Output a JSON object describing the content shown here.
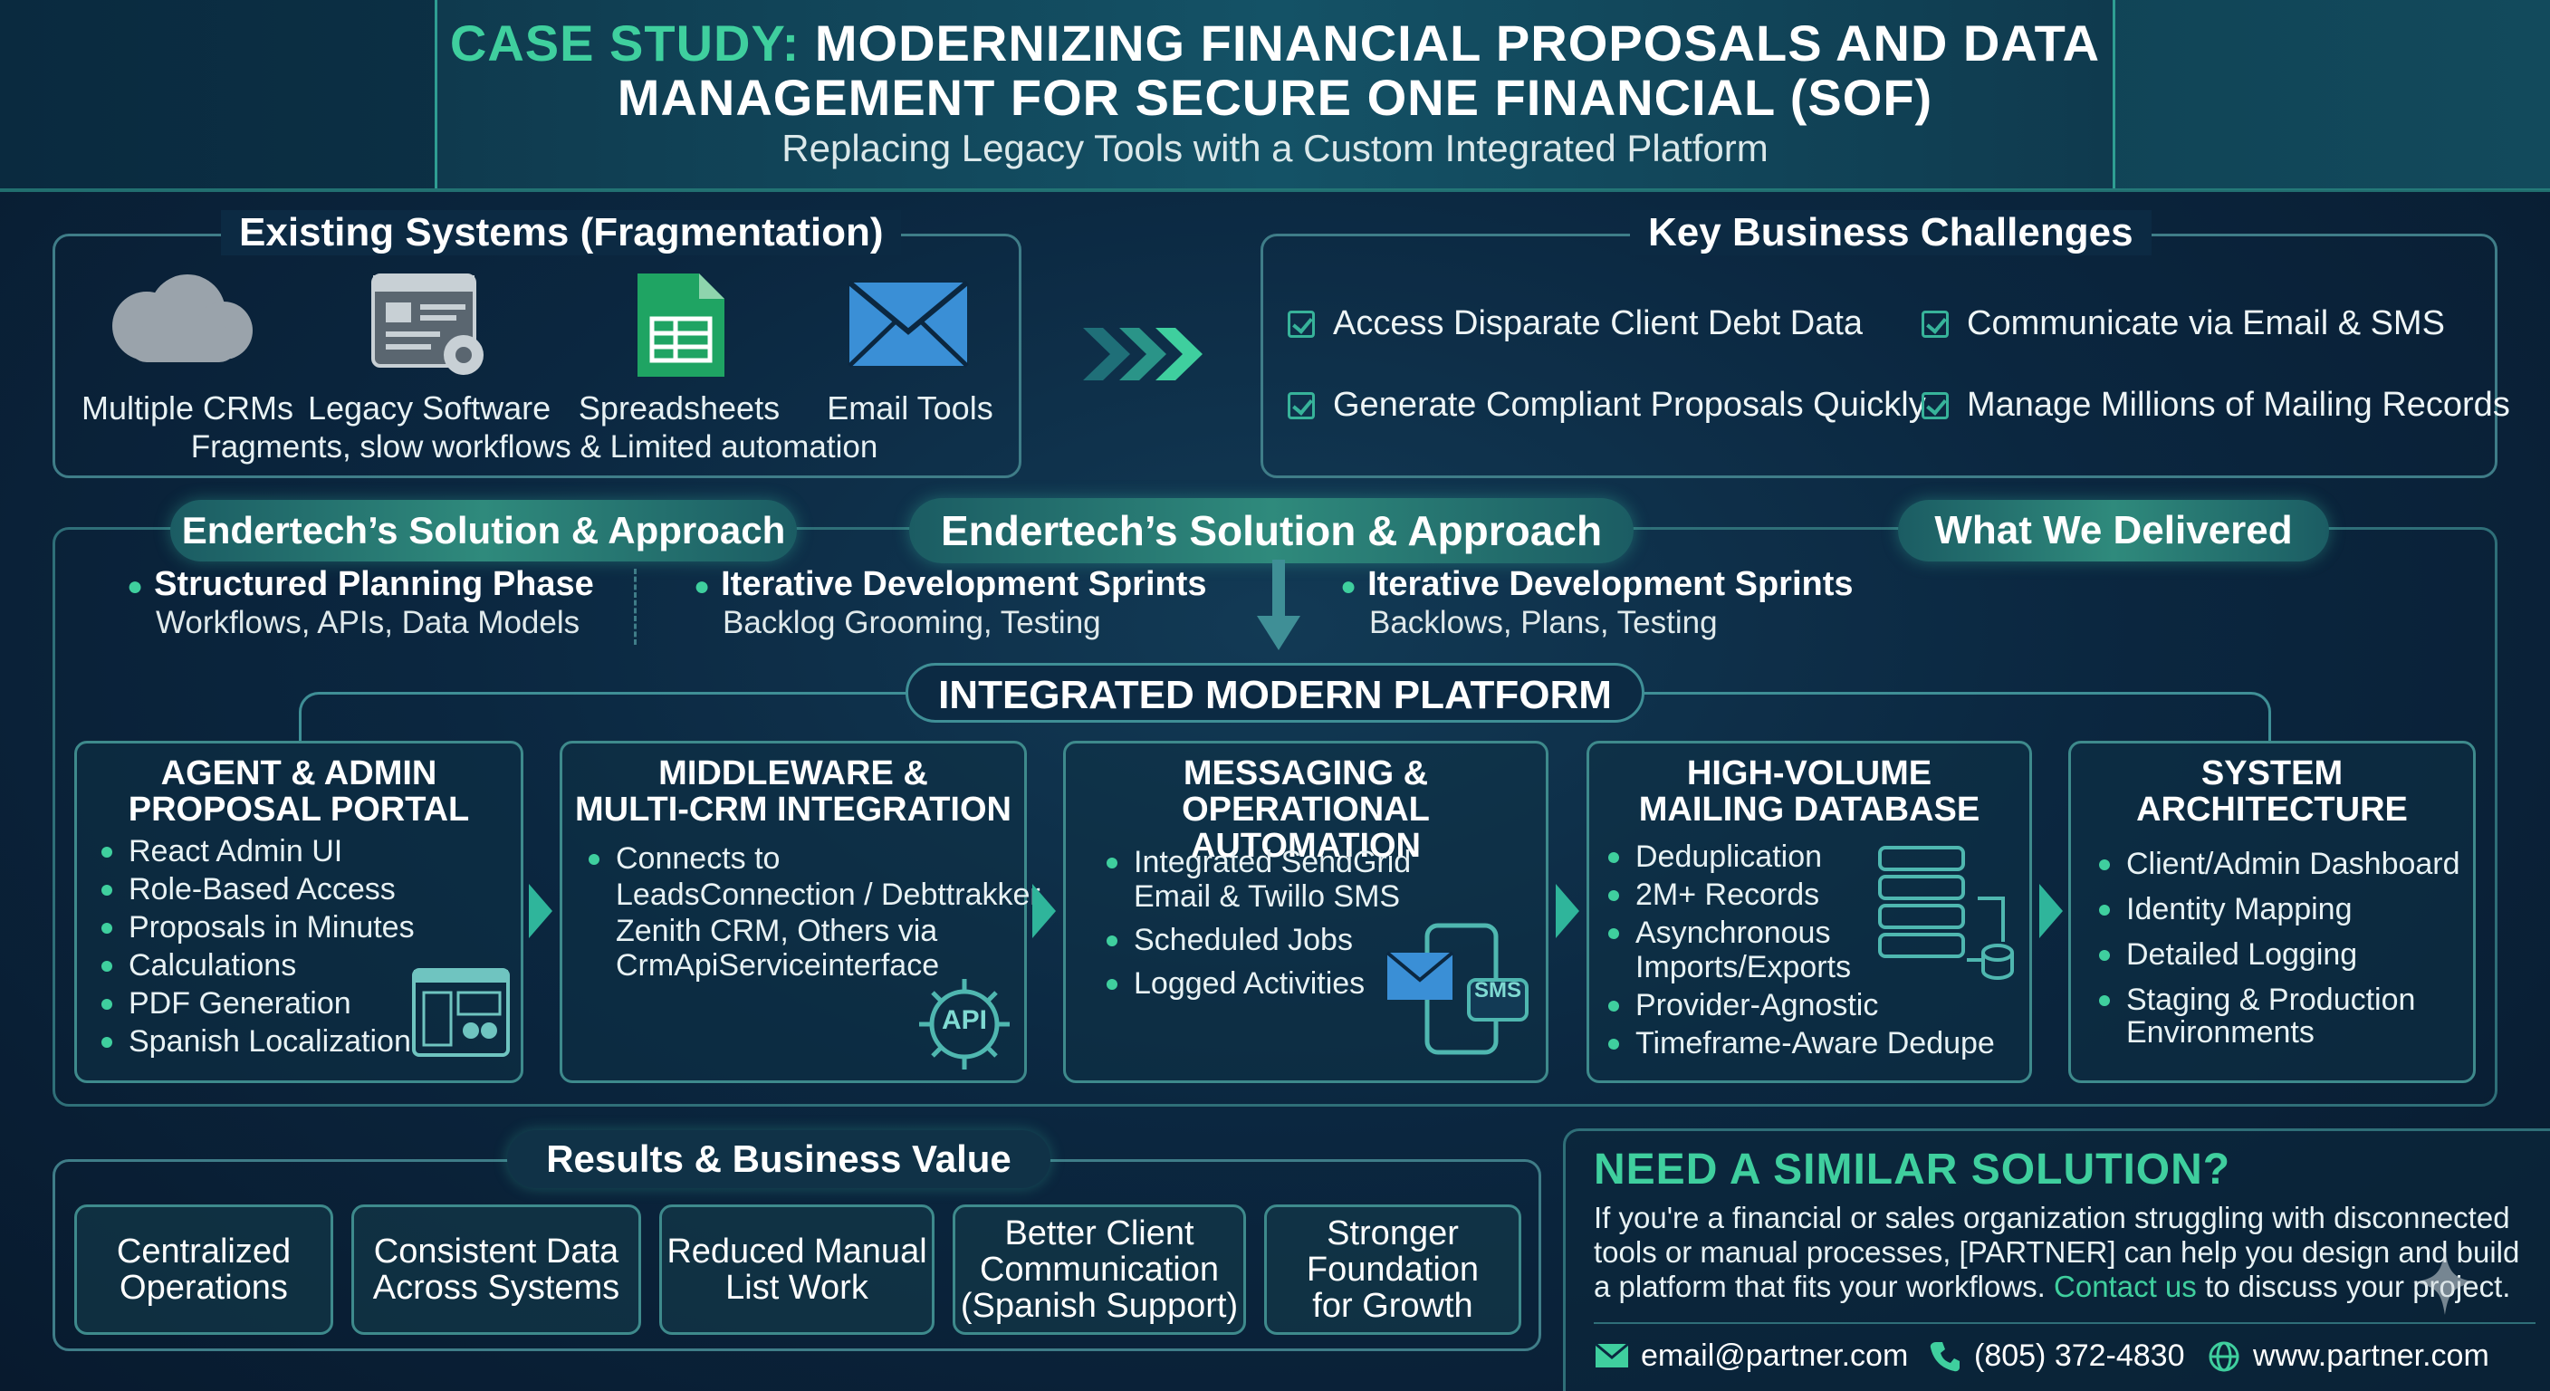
{
  "header": {
    "title_accent": "CASE STUDY:",
    "title_line1": "MODERNIZING FINANCIAL PROPOSALS AND DATA",
    "title_line2": "MANAGEMENT FOR SECURE ONE FINANCIAL (SOF)",
    "subtitle": "Replacing Legacy Tools with a Custom Integrated Platform"
  },
  "existing": {
    "title": "Existing Systems (Fragmentation)",
    "items": [
      {
        "label": "Multiple CRMs",
        "icon": "cloud-icon"
      },
      {
        "label": "Legacy Software",
        "icon": "legacy-software-icon"
      },
      {
        "label": "Spreadsheets",
        "icon": "spreadsheet-icon"
      },
      {
        "label": "Email Tools",
        "icon": "email-icon"
      }
    ],
    "note": "Fragments, slow workflows & Limited automation"
  },
  "challenges": {
    "title": "Key Business Challenges",
    "items": [
      "Access Disparate Client Debt Data",
      "Communicate via Email & SMS",
      "Generate Compliant Proposals Quickly",
      "Manage Millions of Mailing Records"
    ]
  },
  "approach": {
    "pill1": "Endertech’s Solution & Approach",
    "pill2": "Endertech’s Solution & Approach",
    "pill3": "What We Delivered",
    "cols": [
      {
        "head": "Structured Planning Phase",
        "sub": "Workflows, APIs, Data Models"
      },
      {
        "head": "Iterative Development Sprints",
        "sub": "Backlog Grooming, Testing"
      },
      {
        "head": "Iterative Development Sprints",
        "sub": "Backlows, Plans, Testing"
      }
    ],
    "platform": "INTEGRATED MODERN PLATFORM"
  },
  "cards": [
    {
      "t1": "AGENT & ADMIN",
      "t2": "PROPOSAL PORTAL",
      "items": [
        "React Admin UI",
        "Role-Based Access",
        "Proposals in Minutes",
        "Calculations",
        "PDF Generation",
        "Spanish Localization"
      ]
    },
    {
      "t1": "MIDDLEWARE &",
      "t2": "MULTI-CRM INTEGRATION",
      "lines": [
        "Connects to",
        "LeadsConnection / Debttrakker,",
        "Zenith CRM, Others via",
        "CrmApiServiceinterface"
      ],
      "badge": "API"
    },
    {
      "t1": "MESSAGING &",
      "t2": "OPERATIONAL AUTOMATION",
      "items": [
        "Integrated SendGrid",
        "Scheduled Jobs",
        "Logged Activities"
      ],
      "item1_line2": "Email & Twillo SMS",
      "badge": "SMS"
    },
    {
      "t1": "HIGH-VOLUME",
      "t2": "MAILING DATABASE",
      "items": [
        "Deduplication",
        "2M+ Records",
        "Asynchronous",
        "Provider-Agnostic",
        "Timeframe-Aware Dedupe"
      ],
      "item3_line2": "Imports/Exports"
    },
    {
      "t1": "SYSTEM",
      "t2": "ARCHITECTURE",
      "items": [
        "Client/Admin Dashboard",
        "Identity Mapping",
        "Detailed Logging",
        "Staging & Production"
      ],
      "item4_line2": "Environments"
    }
  ],
  "results": {
    "title": "Results & Business Value",
    "items": [
      {
        "l1": "Centralized",
        "l2": "Operations"
      },
      {
        "l1": "Consistent Data",
        "l2": "Across Systems"
      },
      {
        "l1": "Reduced Manual",
        "l2": "List Work"
      },
      {
        "l1": "Better Client",
        "l2": "Communication",
        "l3": "(Spanish Support)"
      },
      {
        "l1": "Stronger",
        "l2": "Foundation",
        "l3": "for Growth"
      }
    ]
  },
  "cta": {
    "title": "NEED A SIMILAR SOLUTION?",
    "line1": "If you're a financial or sales organization struggling with disconnected",
    "line2": "tools or manual processes, [PARTNER] can help you design and build",
    "line3a": "a platform that fits your workflows.",
    "link": "Contact us",
    "line3b": "to discuss your project.",
    "email": "email@partner.com",
    "phone": "(805) 372-4830",
    "web": "www.partner.com"
  },
  "colors": {
    "accent": "#3fcf9e",
    "frame": "#3f7d88",
    "background": "#0b2740"
  }
}
